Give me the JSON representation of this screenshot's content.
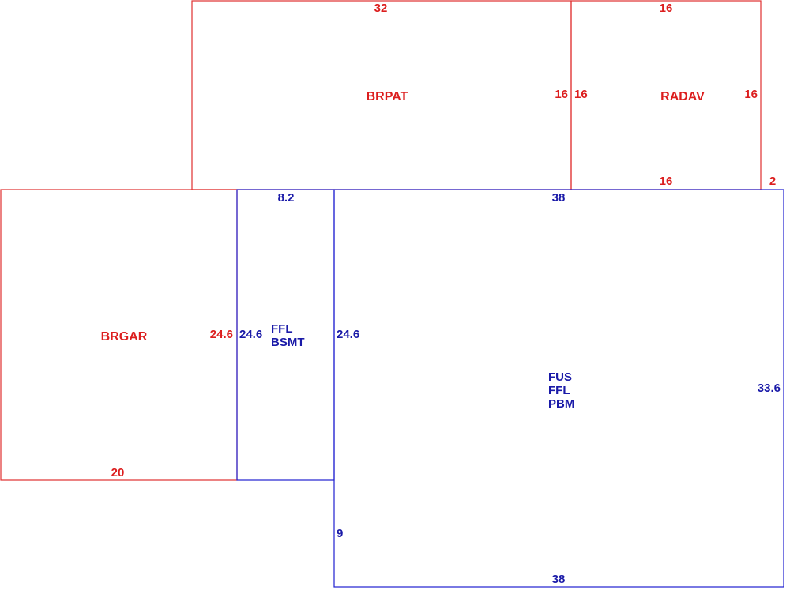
{
  "colors": {
    "red": "#dc1e1e",
    "blue": "#1a1aa8"
  },
  "areas": {
    "brpat": {
      "label": "BRPAT",
      "top": "32",
      "right": "16"
    },
    "radav": {
      "label": "RADAV",
      "top": "16",
      "left": "16",
      "right": "16",
      "bottom": "16",
      "step": "2"
    },
    "brgar": {
      "label": "BRGAR",
      "right": "24.6",
      "bottom": "20"
    },
    "bsmt": {
      "label1": "FFL",
      "label2": "BSMT",
      "top": "8.2",
      "left": "24.6",
      "right": "24.6"
    },
    "main": {
      "label1": "FUS",
      "label2": "FFL",
      "label3": "PBM",
      "top": "38",
      "right": "33.6",
      "bottom": "38",
      "left_lower": "9"
    }
  }
}
